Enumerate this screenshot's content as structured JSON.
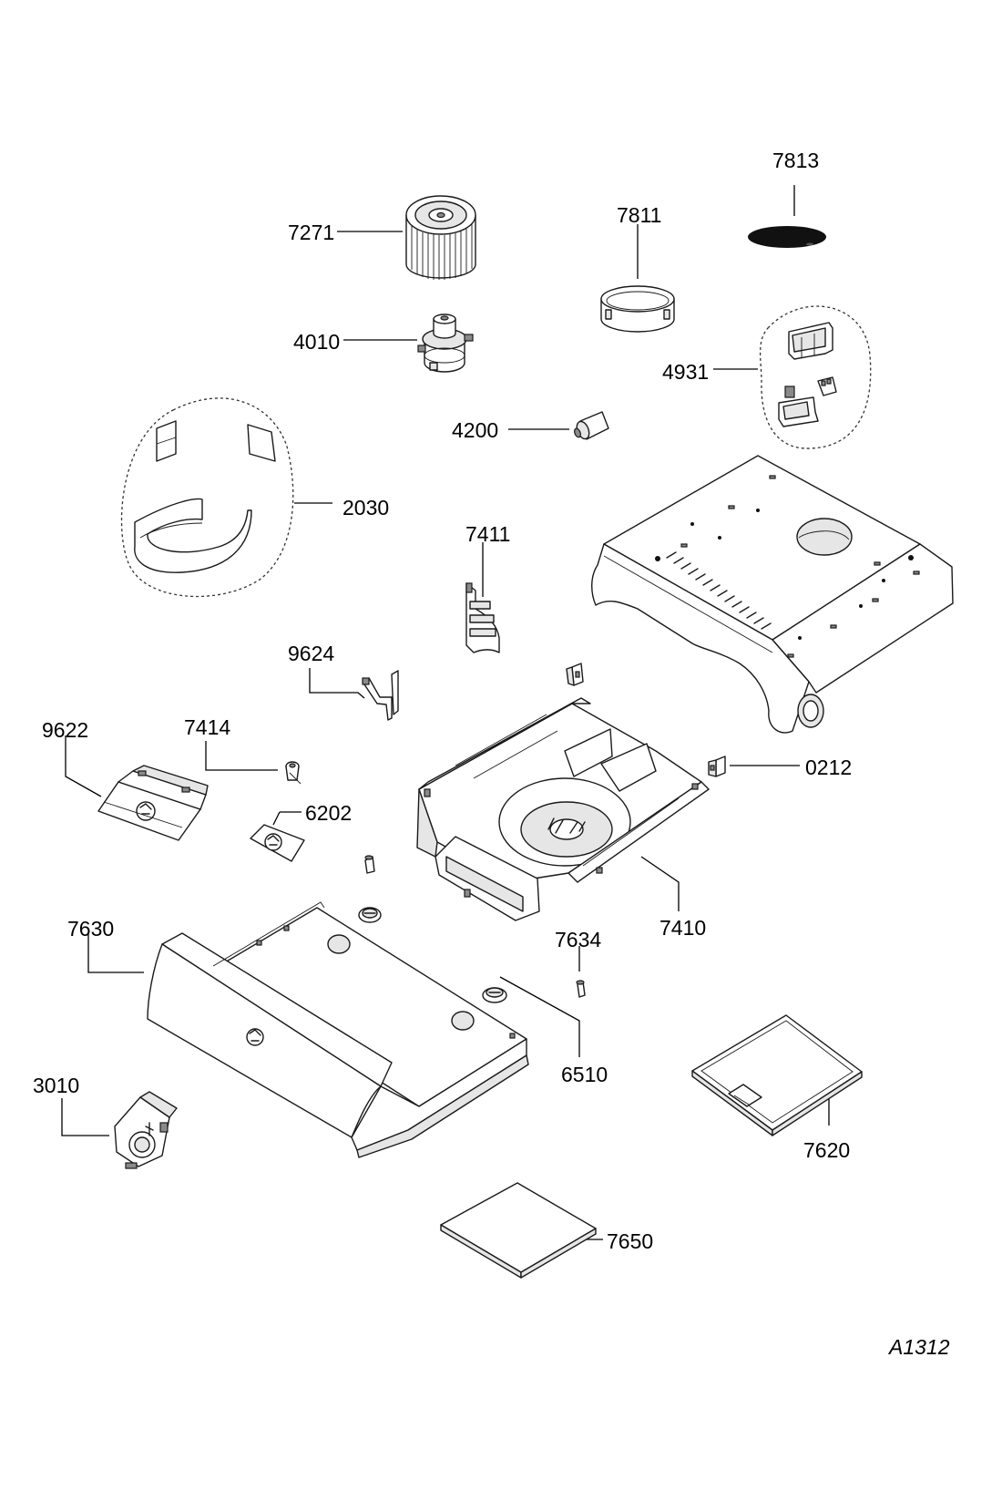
{
  "drawing_code": "A1312",
  "parts": {
    "p7813": "7813",
    "p7271": "7271",
    "p7811": "7811",
    "p4010": "4010",
    "p4931": "4931",
    "p4200": "4200",
    "p2030": "2030",
    "p7411": "7411",
    "p9624": "9624",
    "p9622": "9622",
    "p7414": "7414",
    "p0212": "0212",
    "p6202": "6202",
    "p7630": "7630",
    "p7410": "7410",
    "p7634": "7634",
    "p6510": "6510",
    "p3010": "3010",
    "p7620": "7620",
    "p7650": "7650"
  },
  "colors": {
    "ink": "#000000",
    "background": "#ffffff"
  }
}
